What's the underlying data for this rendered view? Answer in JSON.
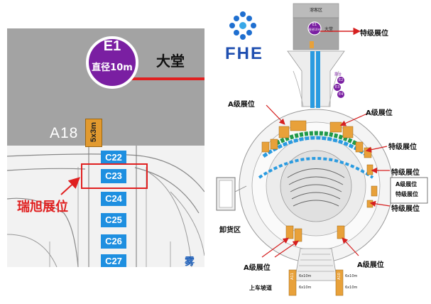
{
  "left_map": {
    "e1_title": "E1",
    "e1_subtitle": "直径10m",
    "hall_label": "大堂",
    "a18_label": "A18",
    "a18_size": "5x3m",
    "booths": [
      "C22",
      "C23",
      "C24",
      "C25",
      "C26",
      "C27"
    ],
    "highlight_label": "瑞旭展位",
    "partial_label": "雾"
  },
  "right_map": {
    "logo_text": "FHE",
    "top_area_label": "溶客区",
    "e1_small": "E1",
    "e1_small_sub": "直径10m",
    "hall_small": "大堂",
    "cafe_label": "露台",
    "e_booths": [
      "E2",
      "E3",
      "E4"
    ],
    "callouts": {
      "special_top": "特级展位",
      "a_left": "A级展位",
      "a_right_top": "A级展位",
      "special_r1": "特级展位",
      "special_r2": "特级展位",
      "special_box_a": "A级展位",
      "special_box_b": "特级展位",
      "special_r3": "特级展位",
      "unloading": "卸货区",
      "a_bottom_left": "A级展位",
      "a_bottom_right": "A级展位",
      "ramp": "上车坡道"
    },
    "bottom_booths": [
      {
        "id": "A11",
        "size": "6x10m"
      },
      {
        "id": "A10",
        "size": "6x10m"
      }
    ],
    "bottom_sizes": [
      "6x10m",
      "6x10m"
    ]
  }
}
